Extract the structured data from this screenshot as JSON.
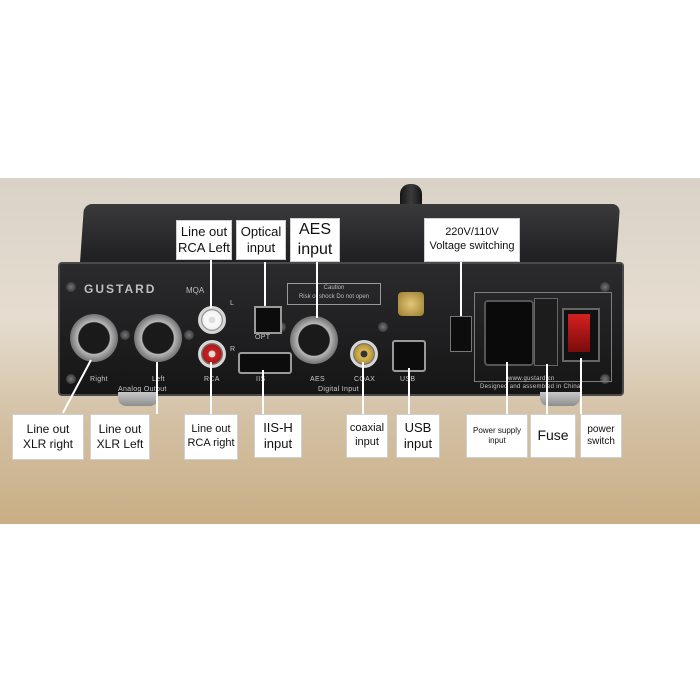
{
  "device": {
    "brand_logo": "GUSTARD",
    "mqa_logo": "MQA",
    "panel_labels": {
      "right": "Right",
      "left": "Left",
      "analog_output": "Analog Output",
      "rca": "RCA",
      "iis": "IIS",
      "aes": "AES",
      "coax": "COAX",
      "usb": "USB",
      "digital_input": "Digital Input",
      "opt": "OPT",
      "ch_l": "L",
      "ch_r": "R"
    },
    "caution_title": "Caution",
    "caution_text": "Risk of shock Do not open",
    "website": "www.gustard.cn",
    "made_in": "Designed and assembled in China"
  },
  "callouts": {
    "line_out_rca_left": "Line out\nRCA Left",
    "optical_input": "Optical\ninput",
    "aes_input": "AES\ninput",
    "voltage_switching": "220V/110V\nVoltage switching",
    "line_out_xlr_right": "Line out\nXLR  right",
    "line_out_xlr_left": "Line out\nXLR Left",
    "line_out_rca_right": "Line out\nRCA right",
    "iis_h_input": "IIS-H\ninput",
    "coaxial_input": "coaxial\ninput",
    "usb_input": "USB\ninput",
    "power_supply_input": "Power supply\ninput",
    "fuse": "Fuse",
    "power_switch": "power\nswitch"
  },
  "colors": {
    "background": "#ffffff",
    "device_body": "#1e1e20",
    "shelf": "#c9ae85",
    "callout_bg": "#ffffff",
    "switch_red": "#d42020"
  }
}
